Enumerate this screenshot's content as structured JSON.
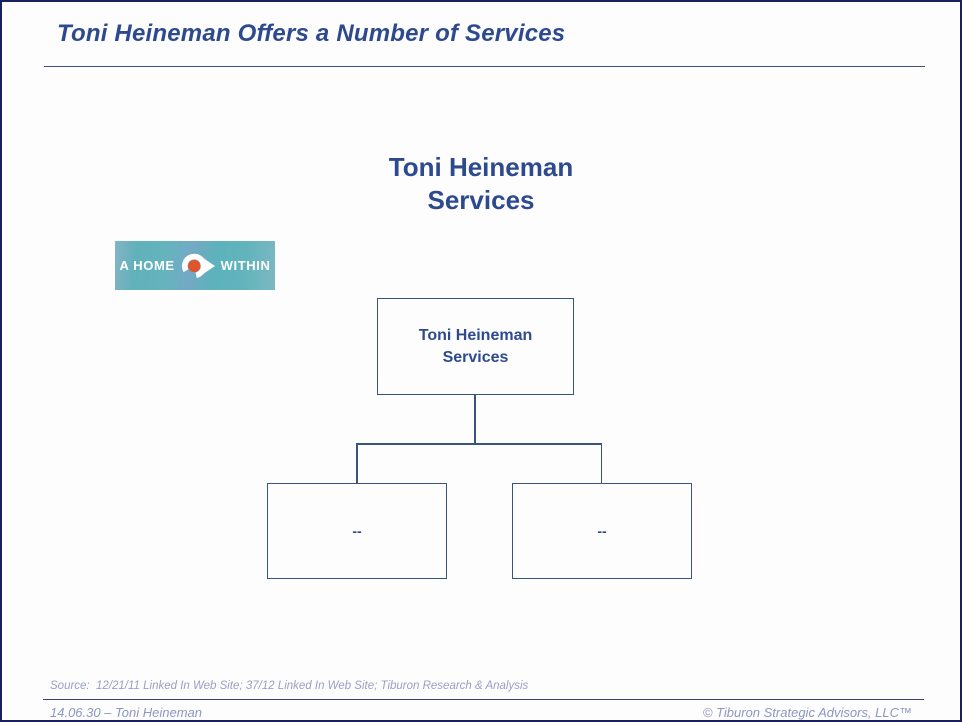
{
  "slide": {
    "title": "Toni Heineman Offers a Number of Services"
  },
  "heading": {
    "line1": "Toni Heineman",
    "line2": "Services"
  },
  "logo": {
    "left_text": "A HOME",
    "right_text": "WITHIN",
    "icon": "house-arrow-icon",
    "background_teal": "#5fb3bb",
    "accent_orange": "#e0552b"
  },
  "org_chart": {
    "type": "tree",
    "root": {
      "line1": "Toni Heineman",
      "line2": "Services"
    },
    "children": [
      {
        "label": "--"
      },
      {
        "label": "--"
      }
    ]
  },
  "footer": {
    "source": "Source:  12/21/11 Linked In Web Site; 37/12 Linked In Web Site; Tiburon Research & Analysis",
    "slide_id": "14.06.30 – Toni Heineman",
    "copyright": "© Tiburon Strategic Advisors, LLC™"
  },
  "colors": {
    "navy_text": "#2e4a8e",
    "box_border": "#3a5480",
    "footer_text": "#8d96bf",
    "slide_border": "#1a1f5e"
  }
}
